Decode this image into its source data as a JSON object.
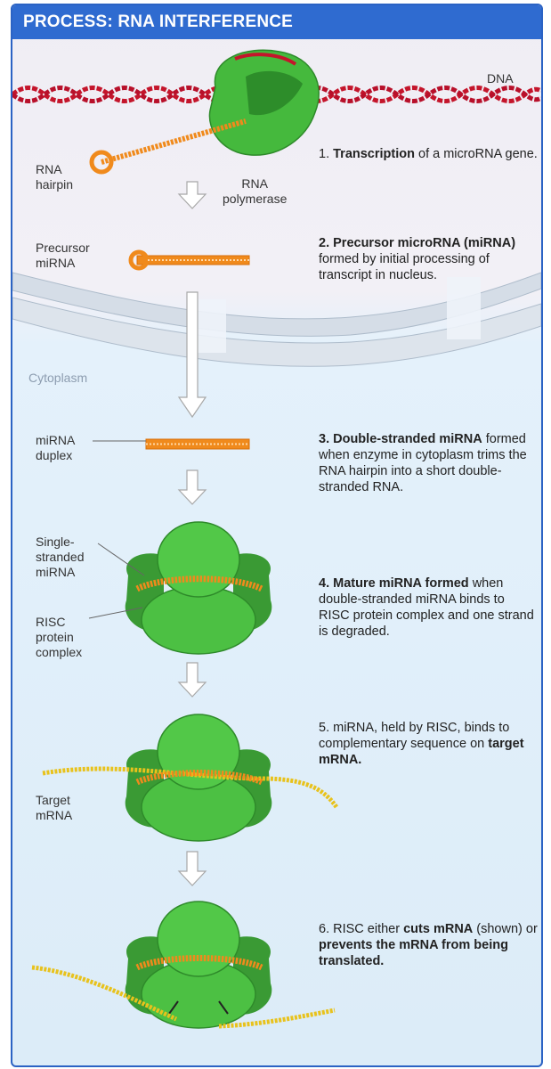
{
  "title": "PROCESS: RNA INTERFERENCE",
  "labels": {
    "dna": "DNA",
    "rna_hairpin": "RNA\nhairpin",
    "rna_polymerase": "RNA\npolymerase",
    "precursor_mirna": "Precursor\nmiRNA",
    "cytoplasm": "Cytoplasm",
    "mirna_duplex": "miRNA\nduplex",
    "single_stranded_mirna": "Single-\nstranded\nmiRNA",
    "risc_protein_complex": "RISC\nprotein\ncomplex",
    "target_mrna": "Target\nmRNA"
  },
  "steps": [
    {
      "num": "1.",
      "bold": "Transcription",
      "text": " of a microRNA gene."
    },
    {
      "num": "2.",
      "bold": "Precursor microRNA (miRNA)",
      "text": " formed by initial processing of transcript in nucleus."
    },
    {
      "num": "3.",
      "bold": "Double-stranded miRNA",
      "text": " formed when enzyme in cytoplasm trims the RNA hairpin into a short double-stranded RNA."
    },
    {
      "num": "4.",
      "bold": "Mature miRNA formed",
      "text": " when double-stranded miRNA binds to RISC protein complex and one strand is degraded."
    },
    {
      "num": "5.",
      "pre": "miRNA, held by RISC, binds to complementary sequence on ",
      "bold": "target mRNA."
    },
    {
      "num": "6.",
      "pre": "RISC either ",
      "bold": "cuts mRNA",
      "mid": " (shown) or ",
      "bold2": "prevents the mRNA from being translated."
    }
  ],
  "colors": {
    "header": "#2f6bd0",
    "dna": "#c4152b",
    "rna": "#f08a1c",
    "protein": "#3fb83a",
    "mrna": "#e8c21c",
    "membrane": "#cfd8e3"
  }
}
